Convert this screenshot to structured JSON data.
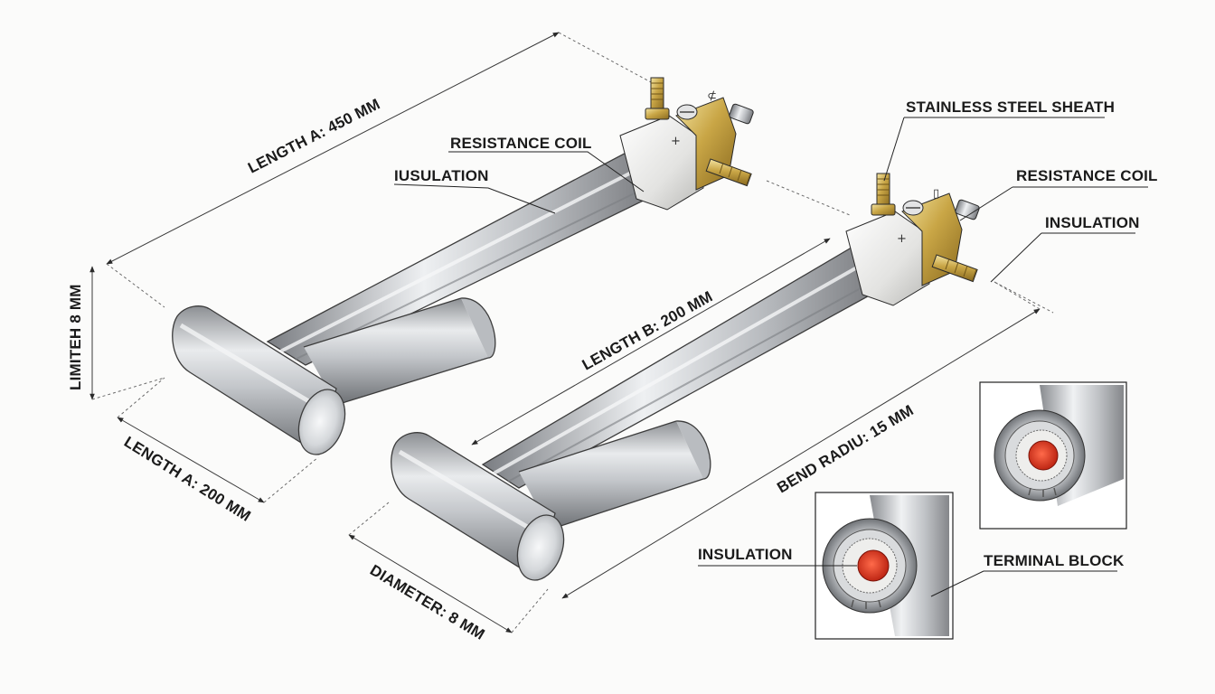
{
  "labels": {
    "length_a_450": "LENGTH A: 450 MM",
    "resistance_coil_1": "RESISTANCE COIL",
    "insulation_1": "IUSULATION",
    "limit_8": "LIMITEH 8 MM",
    "length_a_200": "LENGTH A: 200 MM",
    "length_b_200": "LENGTH B: 200 MM",
    "bend_radius": "BEND RADIU: 15 MM",
    "diameter": "DIAMETER: 8 MM",
    "stainless_sheath": "STAINLESS STEEL SHEATH",
    "resistance_coil_2": "RESISTANCE COIL",
    "insulation_2": "INSULATION",
    "insulation_3": "INSULATION",
    "terminal_block": "TERMINAL BLOCK"
  },
  "terminal_symbols": {
    "plus": "+",
    "upper_1": "⊄",
    "upper_2": "▯"
  },
  "colors": {
    "steel_dark": "#8a8d91",
    "steel_light": "#eef0f2",
    "brass": "#c9a646",
    "core_red": "#d8321f",
    "ceramic": "#e6e6e4"
  }
}
